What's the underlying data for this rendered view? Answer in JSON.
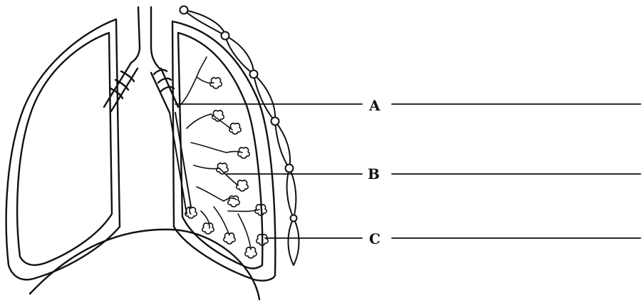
{
  "labels": {
    "a": "A",
    "b": "B",
    "c": "C"
  },
  "colors": {
    "line": "#111111",
    "background": "#ffffff"
  }
}
